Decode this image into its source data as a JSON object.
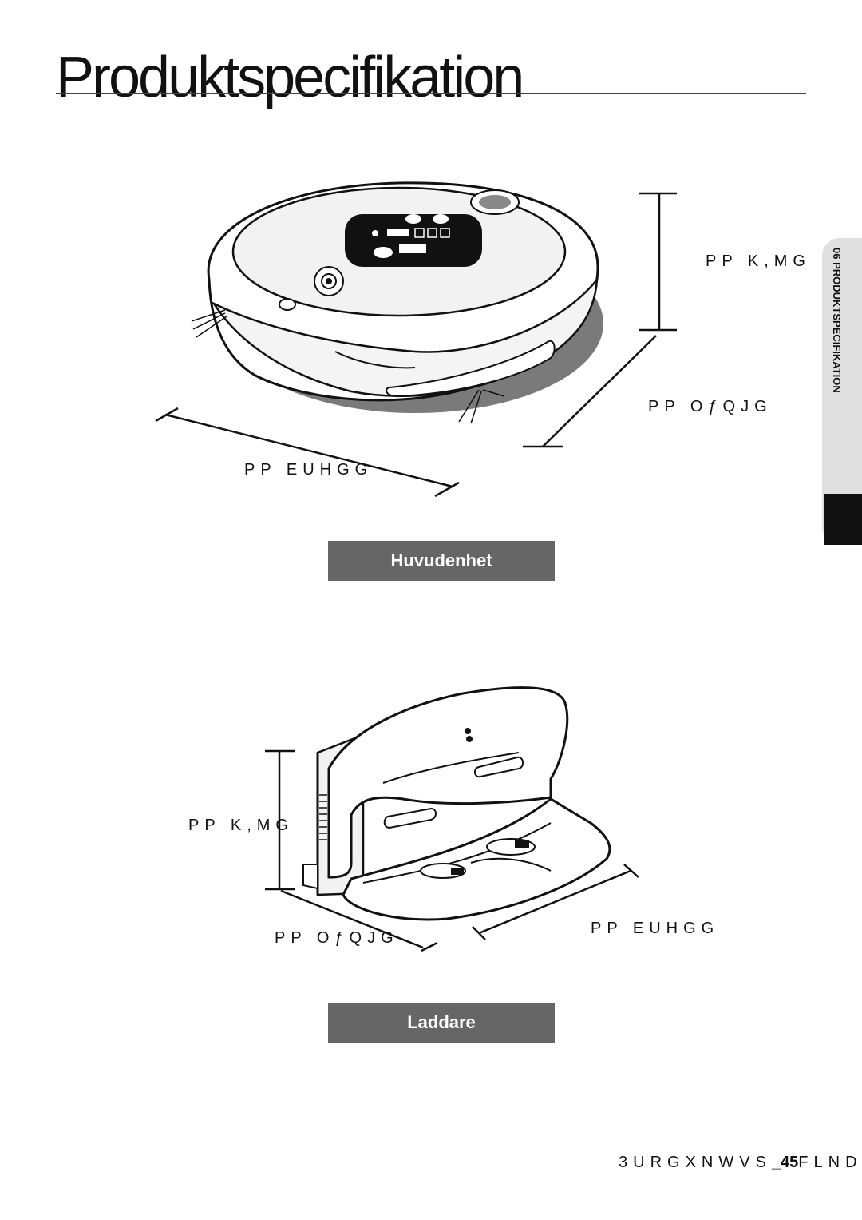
{
  "page": {
    "title": "Produktspecifikation",
    "section_tab": "06 PRODUKTSPECIFIKATION"
  },
  "main_unit": {
    "caption": "Huvudenhet",
    "height_label": "PP K,MG",
    "length_label": "PP OƒQJG",
    "width_label": "PP EUHGG"
  },
  "charger": {
    "caption": "Laddare",
    "height_label": "PP K,MG",
    "length_label": "PP OƒQJG",
    "width_label": "PP EUHGG"
  },
  "footer": {
    "text_before": "3URGXNWVS",
    "page_number": "_45",
    "text_after": "FLND"
  },
  "colors": {
    "caption_bg": "#666666",
    "tab_bg": "#e0e0e0",
    "shadow": "#7a7a7a"
  }
}
